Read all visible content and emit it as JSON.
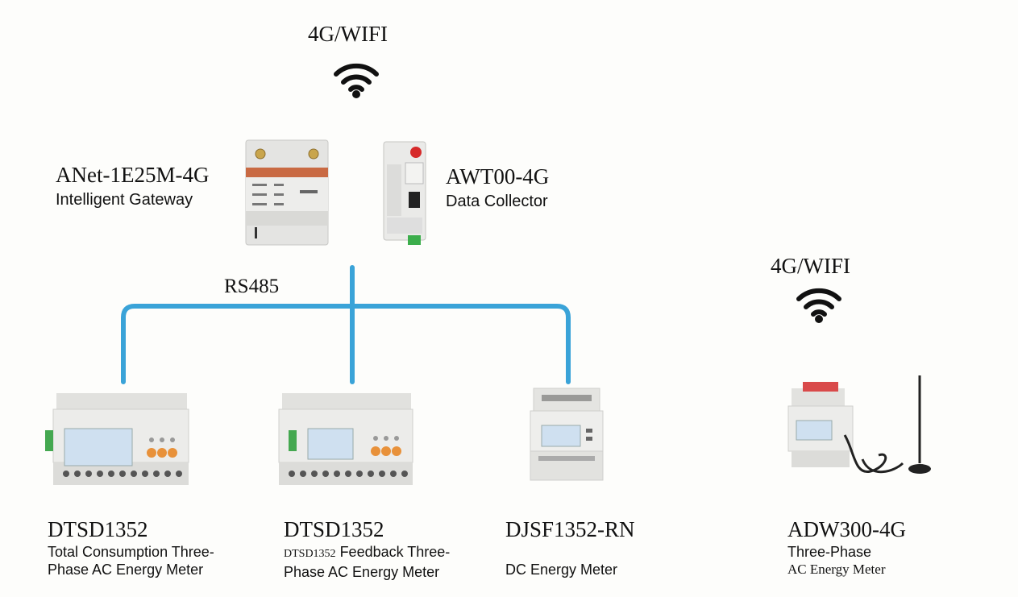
{
  "network": {
    "top_label": "4G/WIFI",
    "right_label": "4G/WIFI",
    "bus_label": "RS485",
    "bus_color": "#3aa3d8"
  },
  "icons": {
    "wireless": "wifi-icon"
  },
  "gateway": {
    "model": "ANet-1E25M-4G",
    "description": "Intelligent Gateway"
  },
  "collector": {
    "model": "AWT00-4G",
    "description": "Data Collector"
  },
  "meters": [
    {
      "model": "DTSD1352",
      "description_line1": "Total Consumption Three-",
      "description_line2": "Phase AC Energy Meter"
    },
    {
      "model": "DTSD1352",
      "description_prefix": "DTSD1352",
      "description_line1": " Feedback Three-",
      "description_line2": "Phase AC Energy Meter"
    },
    {
      "model": "DJSF1352-RN",
      "description_line1": "DC Energy Meter"
    },
    {
      "model": "ADW300-4G",
      "description_line1": "Three-Phase",
      "description_line2": "AC Energy Meter"
    }
  ]
}
